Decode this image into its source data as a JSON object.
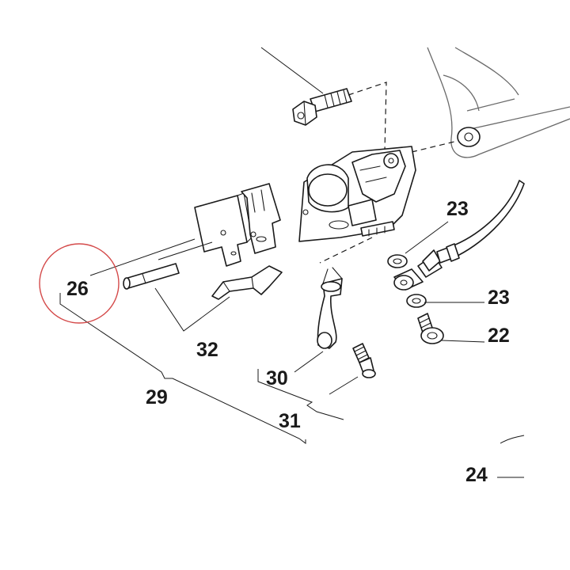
{
  "callouts": {
    "c22": "22",
    "c23a": "23",
    "c23b": "23",
    "c24": "24",
    "c26": "26",
    "c29": "29",
    "c30": "30",
    "c31": "31",
    "c32": "32"
  },
  "colors": {
    "line": "#1a1a1a",
    "highlight": "#d44a4a",
    "background": "#ffffff"
  }
}
